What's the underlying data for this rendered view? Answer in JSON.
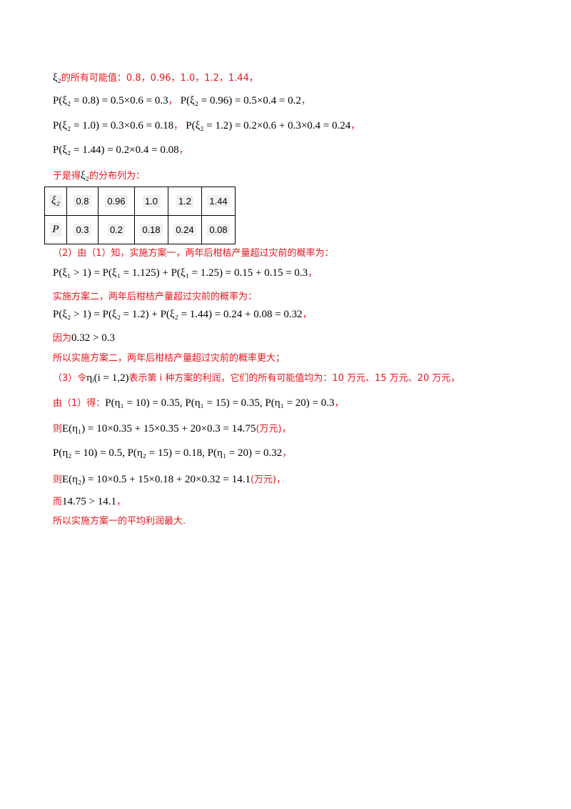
{
  "lines": [
    {
      "prefix": "ξ₂",
      "text": "的所有可能值：0.8，0.96，1.0，1.2，1.44，"
    },
    {
      "math": "P(ξ₂ = 0.8) = 0.5×0.6 = 0.3",
      "sep": "，",
      "math2": "P(ξ₂ = 0.96) = 0.5×0.4 = 0.2",
      "end": "，"
    },
    {
      "math": "P(ξ₂ = 1.0) = 0.3×0.6 = 0.18",
      "sep": "，",
      "math2": "P(ξ₂ = 1.2) = 0.2×0.6 + 0.3×0.4 = 0.24",
      "end": "，"
    },
    {
      "math": "P(ξ₂ = 1.44) = 0.2×0.4 = 0.08",
      "end": "，"
    },
    {
      "text": "于是得",
      "mid": "ξ₂",
      "text2": "的分布列为："
    }
  ],
  "table": {
    "header_label": "ξ₂",
    "values": [
      "0.8",
      "0.96",
      "1.0",
      "1.2",
      "1.44"
    ],
    "prob_label": "P",
    "probs": [
      "0.3",
      "0.2",
      "0.18",
      "0.24",
      "0.08"
    ]
  },
  "part2": {
    "intro": "（2）由（1）知，实施方案一，两年后柑桔产量超过灾前的概率为：",
    "eq1": "P(ξ₁ > 1) = P(ξ₁ = 1.125) + P(ξ₁ = 1.25) = 0.15 + 0.15 = 0.3",
    "eq1_end": "，",
    "plan2": "实施方案二，两年后柑桔产量超过灾前的概率为：",
    "eq2": "P(ξ₂ > 1) = P(ξ₂ = 1.2) + P(ξ₂ = 1.44) = 0.24 + 0.08 = 0.32",
    "eq2_end": "，",
    "because": "因为",
    "because_math": "0.32 > 0.3",
    "conclusion": "所以实施方案二，两年后柑桔产量超过灾前的概率更大；"
  },
  "part3": {
    "intro_a": "（3）令",
    "intro_math": "ηᵢ(i = 1,2)",
    "intro_b": "表示第 i 种方案的利润，它们的所有可能值均为：10 万元、15 万元、20 万元，",
    "from": "由（1）得：",
    "p1": "P(η₁ = 10) = 0.35, P(η₁ = 15) = 0.35, P(η₁ = 20) = 0.3",
    "p1_end": "，",
    "then": "则",
    "e1": "E(η₁) = 10×0.35 + 15×0.35 + 20×0.3 = 14.75",
    "unit": "(万元)，",
    "p2": "P(η₂ = 10) = 0.5, P(η₂ = 15) = 0.18, P(η₁ = 20) = 0.32",
    "p2_end": "，",
    "e2": "E(η₂) = 10×0.5 + 15×0.18 + 20×0.32 = 14.1",
    "and": "而",
    "cmp": "14.75 > 14.1",
    "cmp_end": "，",
    "final": "所以实施方案一的平均利润最大."
  }
}
